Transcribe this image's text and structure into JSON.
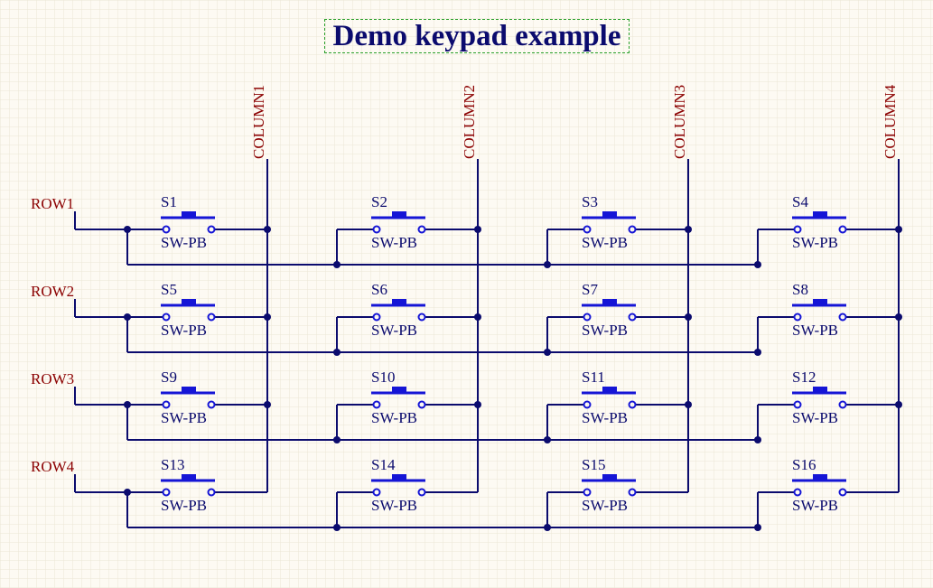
{
  "title": "Demo keypad example",
  "row_labels": [
    "ROW1",
    "ROW2",
    "ROW3",
    "ROW4"
  ],
  "column_labels": [
    "COLUMN1",
    "COLUMN2",
    "COLUMN3",
    "COLUMN4"
  ],
  "switches": [
    {
      "designator": "S1",
      "value": "SW-PB"
    },
    {
      "designator": "S2",
      "value": "SW-PB"
    },
    {
      "designator": "S3",
      "value": "SW-PB"
    },
    {
      "designator": "S4",
      "value": "SW-PB"
    },
    {
      "designator": "S5",
      "value": "SW-PB"
    },
    {
      "designator": "S6",
      "value": "SW-PB"
    },
    {
      "designator": "S7",
      "value": "SW-PB"
    },
    {
      "designator": "S8",
      "value": "SW-PB"
    },
    {
      "designator": "S9",
      "value": "SW-PB"
    },
    {
      "designator": "S10",
      "value": "SW-PB"
    },
    {
      "designator": "S11",
      "value": "SW-PB"
    },
    {
      "designator": "S12",
      "value": "SW-PB"
    },
    {
      "designator": "S13",
      "value": "SW-PB"
    },
    {
      "designator": "S14",
      "value": "SW-PB"
    },
    {
      "designator": "S15",
      "value": "SW-PB"
    },
    {
      "designator": "S16",
      "value": "SW-PB"
    }
  ],
  "colors": {
    "background": "#fdfaf3",
    "grid": "#ece6d6",
    "wire": "#0b0b6e",
    "switch_symbol": "#1515d6",
    "port_label": "#8b0000",
    "text": "#0b0b6e",
    "title_border": "#2aa02a"
  }
}
